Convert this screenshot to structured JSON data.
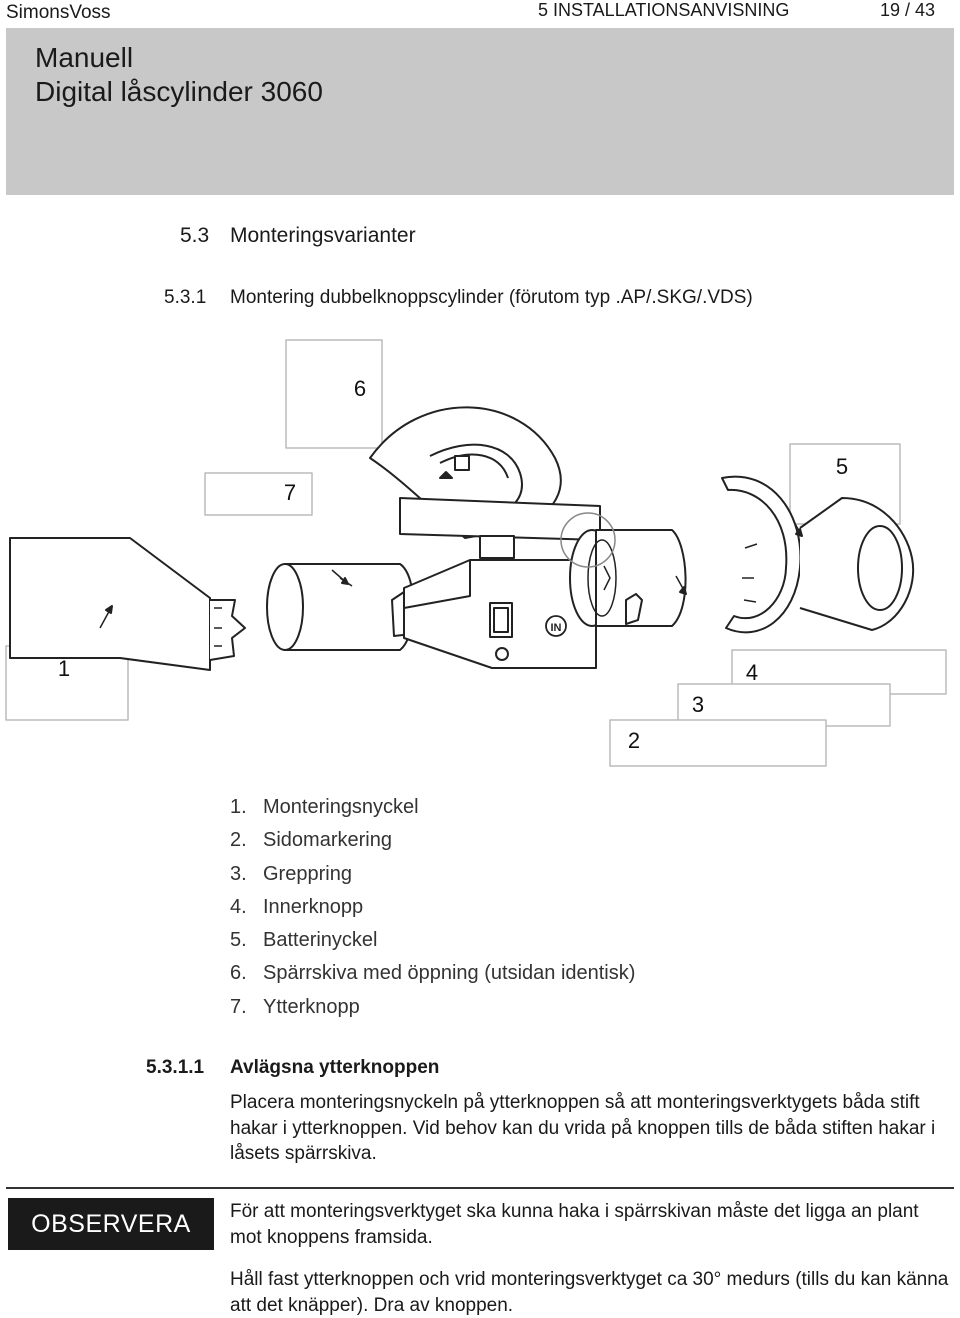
{
  "header": {
    "brand": "SimonsVoss",
    "section": "5 INSTALLATIONSANVISNING",
    "page": "19 / 43"
  },
  "title": {
    "line1": "Manuell",
    "line2": "Digital låscylinder 3060"
  },
  "section_5_3": {
    "number": "5.3",
    "text": "Monteringsvarianter"
  },
  "section_5_3_1": {
    "number": "5.3.1",
    "text": "Montering dubbelknoppscylinder (förutom typ .AP/.SKG/.VDS)"
  },
  "figure": {
    "callouts": [
      "1",
      "2",
      "3",
      "4",
      "5",
      "6",
      "7"
    ],
    "in_mark": "IN"
  },
  "legend": [
    {
      "num": "1.",
      "label": "Monteringsnyckel"
    },
    {
      "num": "2.",
      "label": "Sidomarkering"
    },
    {
      "num": "3.",
      "label": "Greppring"
    },
    {
      "num": "4.",
      "label": "Innerknopp"
    },
    {
      "num": "5.",
      "label": "Batterinyckel"
    },
    {
      "num": "6.",
      "label": "Spärrskiva med öppning (utsidan identisk)"
    },
    {
      "num": "7.",
      "label": "Ytterknopp"
    }
  ],
  "section_5_3_1_1": {
    "number": "5.3.1.1",
    "text": "Avlägsna ytterknoppen"
  },
  "paragraph1": "Placera monteringsnyckeln på ytterknoppen så att monteringsverktygets båda stift hakar i ytterknoppen. Vid behov kan du vrida på knoppen tills de båda stiften hakar i låsets spärrskiva.",
  "note": {
    "badge": "OBSERVERA",
    "text": "För att monteringsverktyget ska kunna haka i spärrskivan måste det ligga an plant mot knoppens framsida."
  },
  "paragraph2": "Håll fast ytterknoppen och vrid monteringsverktyget ca 30° medurs (tills du kan känna att det knäpper). Dra av knoppen."
}
